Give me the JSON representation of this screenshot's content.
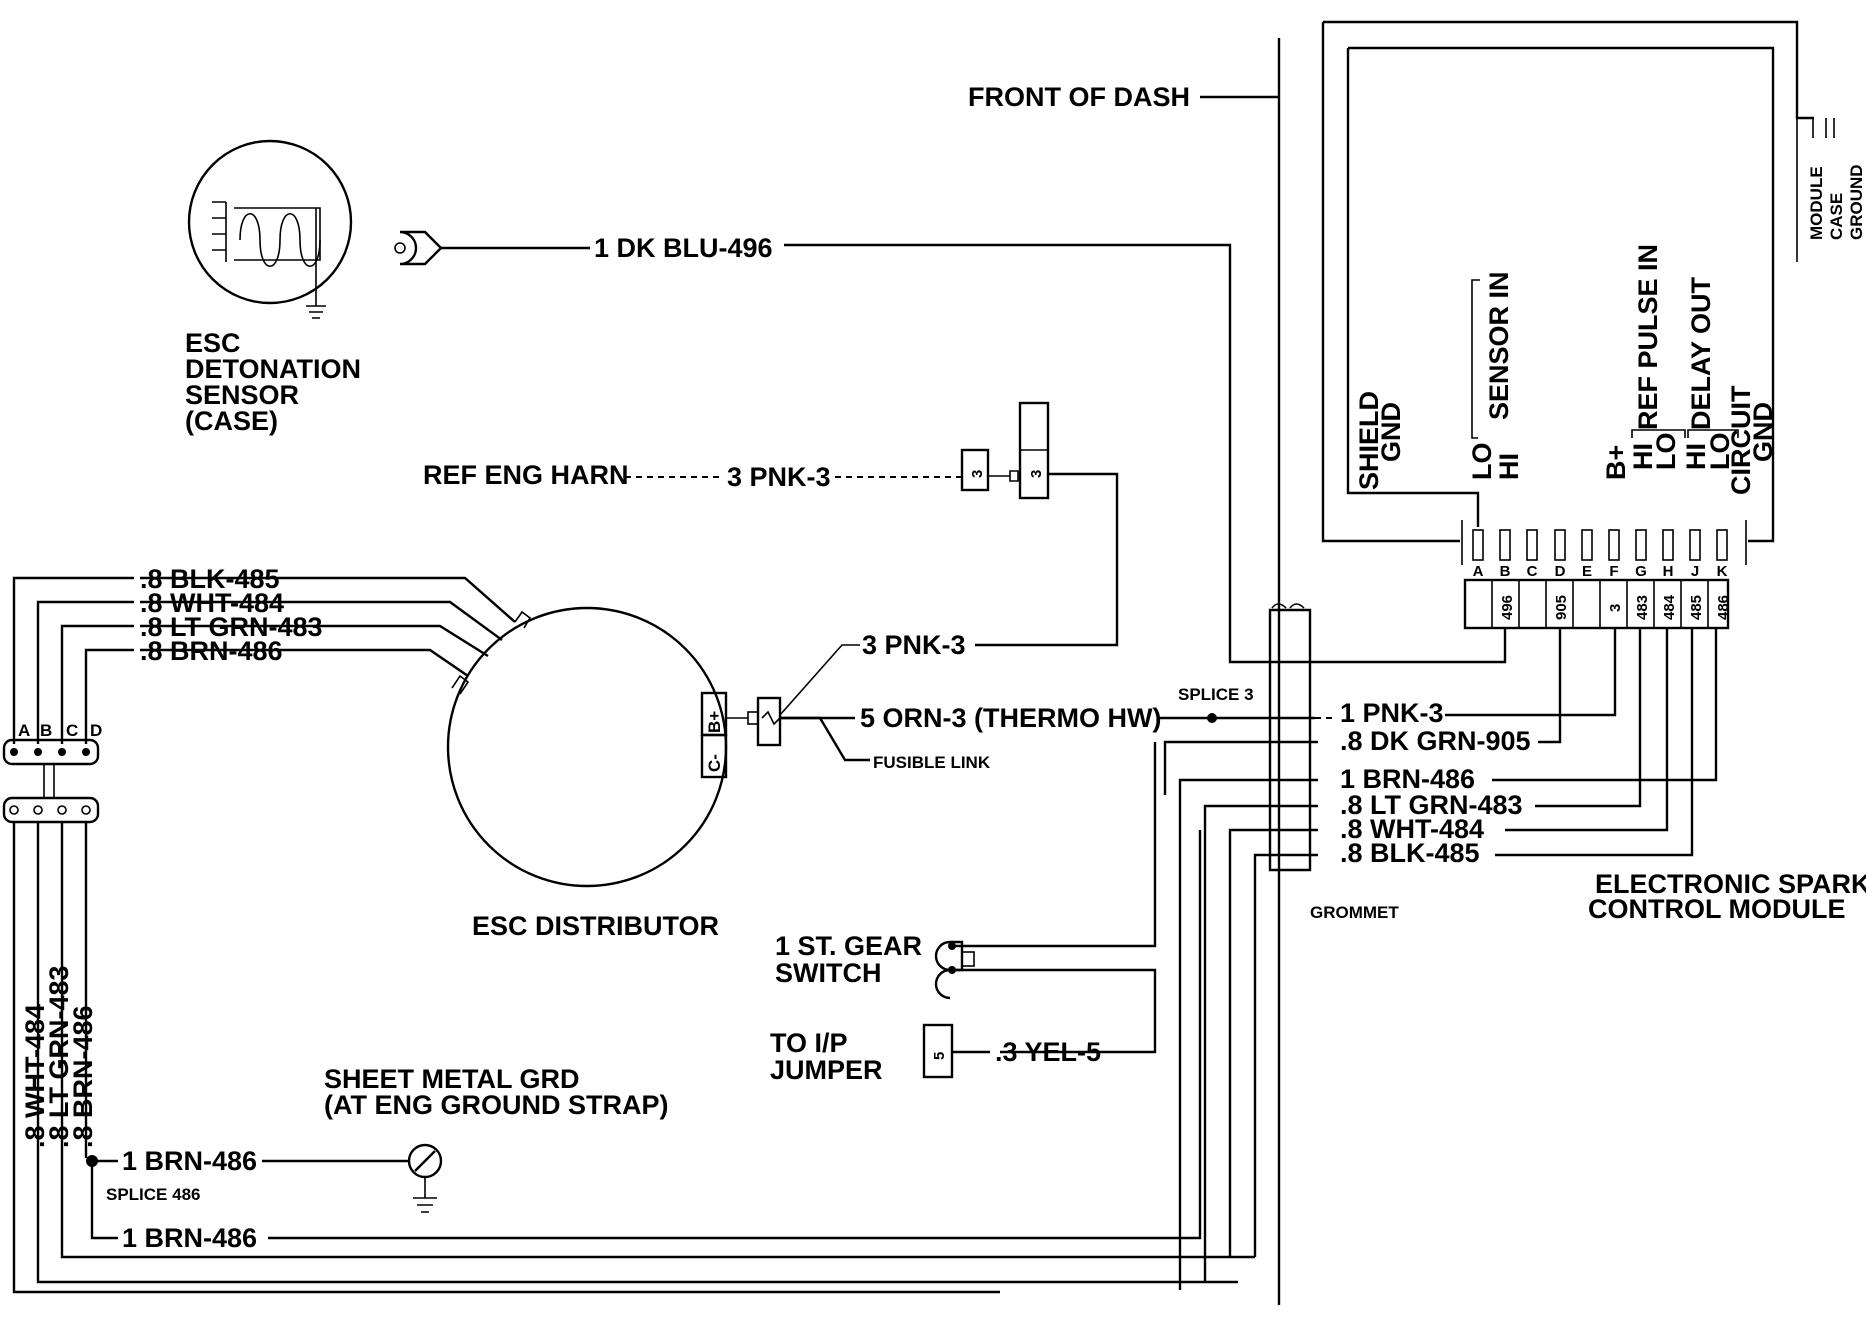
{
  "labels": {
    "front_of_dash": "FRONT OF DASH",
    "sensor_wire": "1  DK BLU-496",
    "sensor_title": [
      "ESC",
      "DETONATION",
      "SENSOR",
      "(CASE)"
    ],
    "ref_harn": "REF  ENG HARN",
    "ref_wire": "3  PNK-3",
    "dist_wires": [
      ".8  BLK-485",
      ".8  WHT-484",
      ".8  LT GRN-483",
      ".8  BRN-486"
    ],
    "dist_pnk": "3  PNK-3",
    "orn_wire": "5  ORN-3 (THERMO HW)",
    "fusible_link": "FUSIBLE LINK",
    "splice3": "SPLICE 3",
    "right_wires": [
      "1  PNK-3",
      ".8  DK GRN-905",
      "1  BRN-486",
      ".8  LT GRN-483",
      ".8  WHT-484",
      ".8  BLK-485"
    ],
    "grommet": "GROMMET",
    "module_title": [
      "ELECTRONIC  SPARK",
      "CONTROL MODULE"
    ],
    "distributor": "ESC DISTRIBUTOR",
    "gear_switch": [
      "1 ST. GEAR",
      "SWITCH"
    ],
    "ip_jumper": [
      "TO I/P",
      "JUMPER"
    ],
    "yel_wire": ".3 YEL-5",
    "sheet_metal": [
      "SHEET METAL GRD",
      "(AT ENG GROUND STRAP)"
    ],
    "brn_splice_1": "1  BRN-486",
    "splice486": "SPLICE  486",
    "brn_splice_2": "1  BRN-486",
    "vertical_wires": [
      ".8 WHT-484",
      ".8 LT GRN-483",
      ".8 BRN-486"
    ],
    "module_case_ground": [
      "MODULE",
      "CASE",
      "GROUND"
    ],
    "shield_gnd": [
      "SHIELD",
      "GND"
    ],
    "lo_hi_sensor": [
      "LO",
      "HI"
    ],
    "sensor_in": "SENSOR IN",
    "b_plus": "B+",
    "ref_pulse_hilo": [
      "HI",
      "LO"
    ],
    "ref_pulse_in": "REF PULSE IN",
    "delay_hilo": [
      "HI",
      "LO"
    ],
    "delay_out": "DELAY OUT",
    "circuit_gnd": [
      "CIRCUIT",
      "GND"
    ],
    "module_pin_letters": [
      "A",
      "B",
      "C",
      "D",
      "E",
      "F",
      "G",
      "H",
      "J",
      "K"
    ],
    "module_circuit_numbers": [
      "496",
      "905",
      "3",
      "483",
      "484",
      "485",
      "486"
    ],
    "conn_letters": [
      "A",
      "B",
      "C",
      "D"
    ],
    "dist_terminals": [
      "B+",
      "C-"
    ],
    "conn_3": "3",
    "conn_5": "5"
  }
}
